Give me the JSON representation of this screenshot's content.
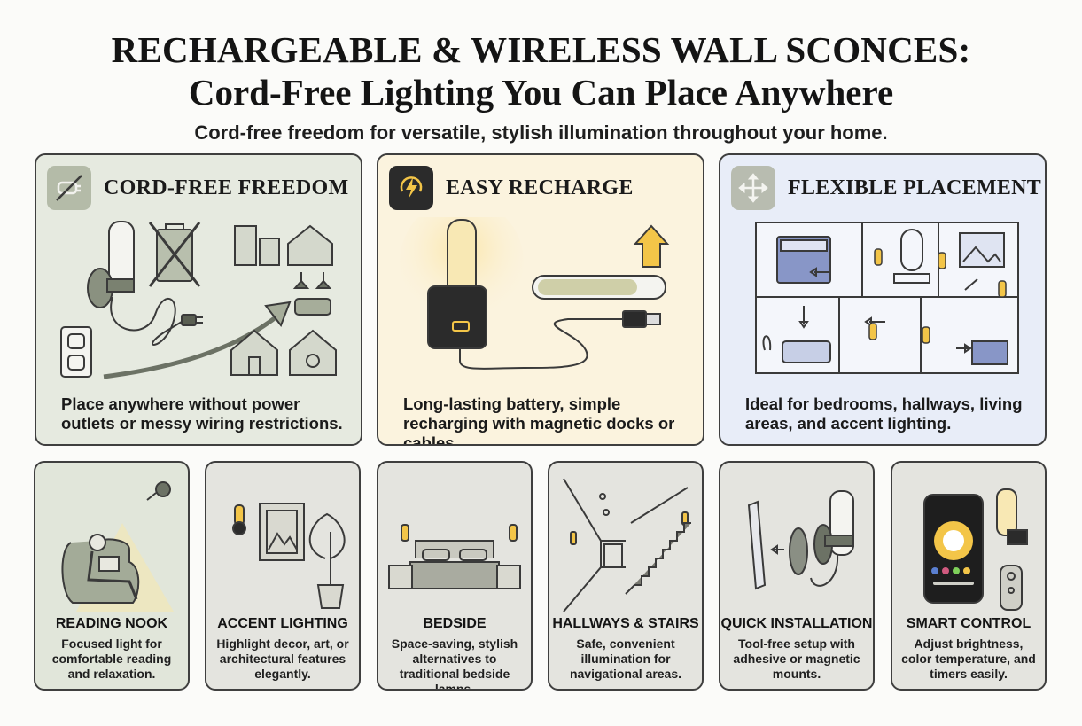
{
  "header": {
    "title_line1": "RECHARGEABLE & WIRELESS WALL SCONCES:",
    "title_line2": "Cord-Free Lighting You Can Place Anywhere",
    "subtitle": "Cord-free freedom for versatile, stylish illumination throughout your home."
  },
  "features": [
    {
      "title": "CORD-FREE FREEDOM",
      "icon": "no-plug-icon",
      "description": "Place anywhere without power outlets or messy wiring restrictions."
    },
    {
      "title": "EASY RECHARGE",
      "icon": "battery-bolt-icon",
      "description": "Long-lasting battery, simple recharging with magnetic docks or cables."
    },
    {
      "title": "FLEXIBLE PLACEMENT",
      "icon": "move-arrows-icon",
      "description": "Ideal for bedrooms, hallways, living areas, and accent lighting."
    }
  ],
  "uses": [
    {
      "title": "READING NOOK",
      "description": "Focused light for comfortable reading and relaxation."
    },
    {
      "title": "ACCENT LIGHTING",
      "description": "Highlight decor, art, or architectural features elegantly."
    },
    {
      "title": "BEDSIDE",
      "description": "Space-saving, stylish alternatives to traditional bedside lamps."
    },
    {
      "title": "HALLWAYS & STAIRS",
      "description": "Safe, convenient illumination for navigational areas."
    },
    {
      "title": "QUICK INSTALLATION",
      "description": "Tool-free setup with adhesive or magnetic mounts."
    },
    {
      "title": "SMART CONTROL",
      "description": "Adjust brightness, color temperature, and timers easily."
    }
  ],
  "colors": {
    "ink": "#3a3a3a",
    "glow": "#f7d98a",
    "cord_free_bg": "#e6eae0",
    "recharge_bg": "#fbf3de",
    "placement_bg": "#e8edf8"
  }
}
